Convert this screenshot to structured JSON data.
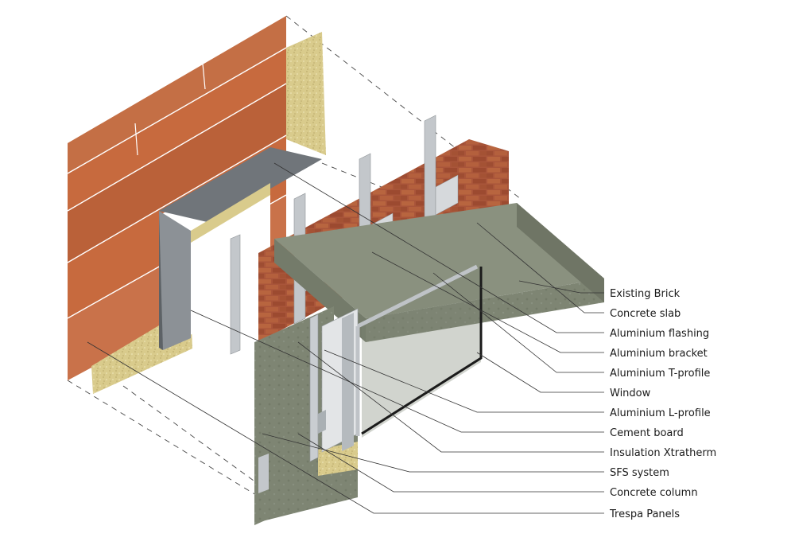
{
  "labels": [
    "Existing Brick",
    "Concrete slab",
    "Aluminium flashing",
    "Aluminium bracket",
    "Aluminium T-profile",
    "Window",
    "Aluminium L-profile",
    "Cement board",
    "Insulation Xtratherm",
    "SFS system",
    "Concrete column",
    "Trespa Panels"
  ],
  "colors": {
    "terracotta": "#c76a3e",
    "brick": "#a9553a",
    "concrete": "#7e8573",
    "insulation": "#d8c98a",
    "aluminium": "#bfc3c7",
    "flashing": "#6f7478",
    "window_frame": "#1b1b1b"
  }
}
